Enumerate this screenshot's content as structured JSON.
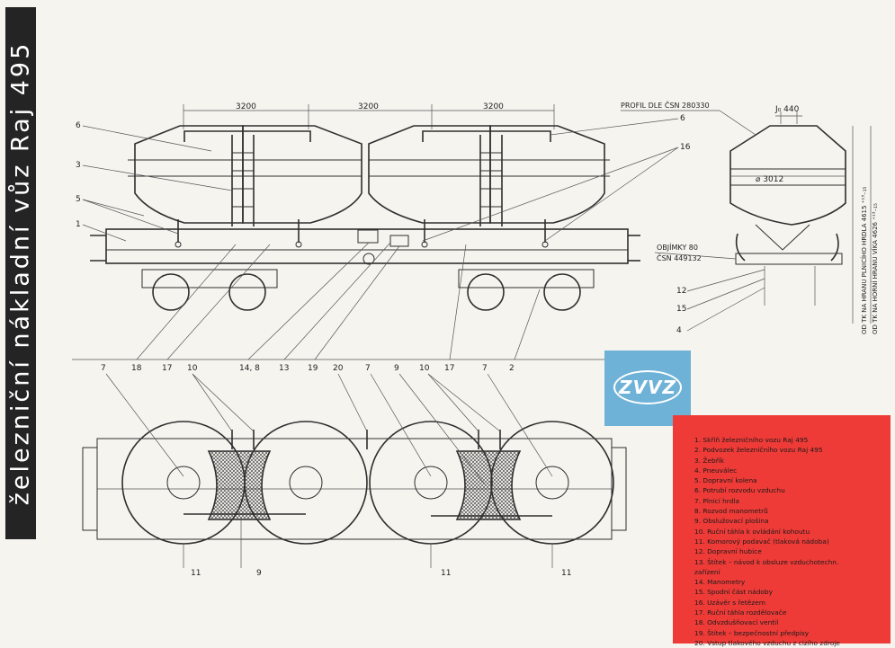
{
  "title": "železniční nákladní vůz Raj 495",
  "dimensions": {
    "spacing1": "3200",
    "spacing2": "3200",
    "spacing3": "3200",
    "profile_norm": "PROFIL DLE ČSN 280330",
    "top_width": "J₀ 440",
    "diameter": "⌀ 3012",
    "clamps": "OBJÍMKY 80",
    "clamps_norm": "ČSN 449132",
    "height_fill": "OD TK NA HRANU PLNICÍHO HRDLA 4615 ⁺¹³₋₁₅",
    "height_lid": "OD TK NA HORNÍ HRANU VÍKA 4626 ⁺¹³₋₁₅"
  },
  "callouts": {
    "side_left": [
      "6",
      "3",
      "5",
      "1"
    ],
    "side_right": [
      "6",
      "16"
    ],
    "end_view": [
      "12",
      "15",
      "4"
    ],
    "bottom_row": [
      "18",
      "17",
      "10",
      "7",
      "14, 8",
      "13",
      "19",
      "20",
      "7",
      "9",
      "10",
      "17",
      "7",
      "2"
    ],
    "plan_bottom": [
      "11",
      "9",
      "11",
      "11"
    ]
  },
  "logo": {
    "text": "ZVVZ"
  },
  "legend": {
    "items": [
      "1. Skříň železničního vozu Raj 495",
      "2. Podvozek železničního vozu Raj 495",
      "3. Žebřík",
      "4. Pneuválec",
      "5. Dopravní kolena",
      "6. Potrubí rozvodu vzduchu",
      "7. Plnicí hrdla",
      "8. Rozvod manometrů",
      "9. Obslužovací plošina",
      "10. Ruční táhla k ovládání kohoutu",
      "11. Komorový podavač (tlaková nádoba)",
      "12. Dopravní hubice",
      "13. Štítek – návod k obsluze vzduchotechn.\n      zařízení",
      "14. Manometry",
      "15. Spodní část nádoby",
      "16. Uzávěr s řetězem",
      "17. Ruční táhla rozdělovače",
      "18. Odvzdušňovací ventil",
      "19. Štítek – bezpečnostní předpisy",
      "20. Vstup tlakového vzduchu z cizího zdroje"
    ]
  },
  "colors": {
    "legend_bg": "#ee3b37",
    "logo_bg": "#6fb2d8",
    "title_bg": "#242424",
    "paper": "#f6f4ef"
  }
}
